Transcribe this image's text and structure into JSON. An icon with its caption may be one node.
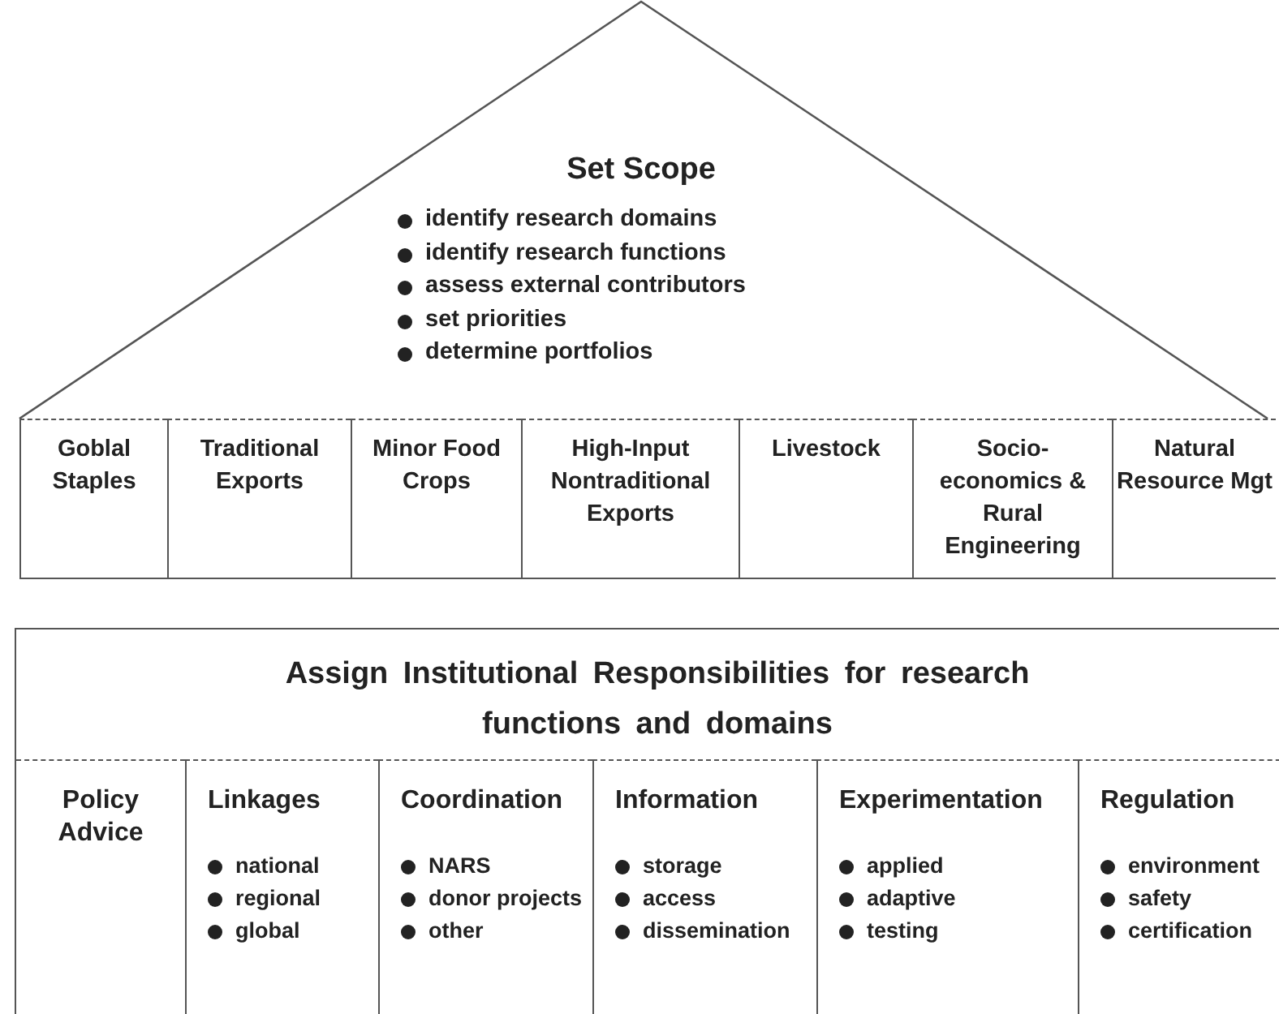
{
  "diagram": {
    "nodes": [
      {
        "text": [
          "Set Scope",
          "identify research domains",
          "identify research functions",
          "assess external contributors",
          "set priorities",
          "determine portfolios"
        ]
      },
      {
        "text": [
          "Goblal Staples"
        ]
      },
      {
        "text": [
          "Traditional Exports"
        ]
      },
      {
        "text": [
          "Minor Food Crops"
        ]
      },
      {
        "text": [
          "High-Input Nontraditional Exports"
        ]
      },
      {
        "text": [
          "Livestock"
        ]
      },
      {
        "text": [
          "Socio- economics & Rural Engineering"
        ]
      },
      {
        "text": [
          "Natural Resource Mgt"
        ]
      },
      {
        "text": [
          "Assign Institutional Responsibilities for research functions and domains"
        ]
      },
      {
        "text": [
          "Policy Advice"
        ],
        "in": 8
      },
      {
        "text": [
          "Linkages",
          "national",
          "regional",
          "global"
        ],
        "in": 8
      },
      {
        "text": [
          "Coordination",
          "NARS",
          "donor projects",
          "other"
        ],
        "in": 8
      },
      {
        "text": [
          "Information",
          "storage",
          "access",
          "dissemination"
        ],
        "in": 8
      },
      {
        "text": [
          "Experimentation",
          "applied",
          "adaptive",
          "testing"
        ],
        "in": 8
      },
      {
        "text": [
          "Regulation",
          "environment",
          "safety",
          "certification"
        ],
        "in": 8
      }
    ],
    "edges": []
  }
}
